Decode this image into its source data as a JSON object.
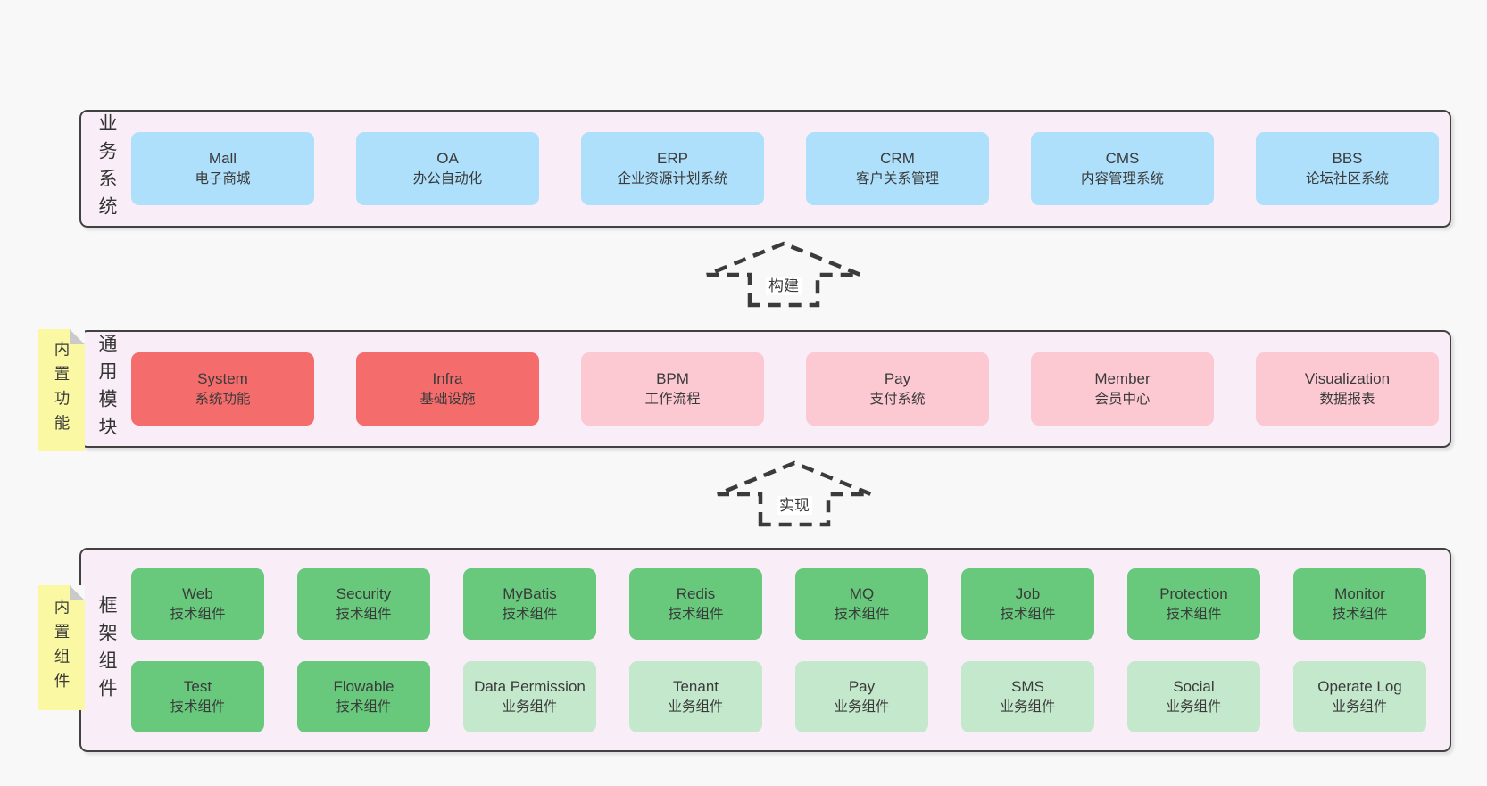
{
  "palette": {
    "page_bg": "#f8f8f8",
    "layer_bg": "#f9eef7",
    "layer_border": "#414141",
    "business_card": "#aee0fb",
    "core_module_card": "#f56c6c",
    "optional_module_card": "#fcc8d2",
    "tech_component_card": "#68c87c",
    "biz_component_card": "#c4e8cc",
    "sticky_note": "#faf8a3",
    "sticky_fold": "#cacaca",
    "text": "#3a3a3a"
  },
  "arrows": [
    {
      "label": "构建"
    },
    {
      "label": "实现"
    }
  ],
  "layers": [
    {
      "label": "业务系统",
      "rows": [
        [
          {
            "en": "Mall",
            "zh": "电子商城"
          },
          {
            "en": "OA",
            "zh": "办公自动化"
          },
          {
            "en": "ERP",
            "zh": "企业资源计划系统"
          },
          {
            "en": "CRM",
            "zh": "客户关系管理"
          },
          {
            "en": "CMS",
            "zh": "内容管理系统"
          },
          {
            "en": "BBS",
            "zh": "论坛社区系统"
          }
        ]
      ]
    },
    {
      "label": "通用模块",
      "sticky": "内置功能",
      "rows": [
        [
          {
            "en": "System",
            "zh": "系统功能"
          },
          {
            "en": "Infra",
            "zh": "基础设施"
          },
          {
            "en": "BPM",
            "zh": "工作流程"
          },
          {
            "en": "Pay",
            "zh": "支付系统"
          },
          {
            "en": "Member",
            "zh": "会员中心"
          },
          {
            "en": "Visualization",
            "zh": "数据报表"
          }
        ]
      ]
    },
    {
      "label": "框架组件",
      "sticky": "内置组件",
      "rows": [
        [
          {
            "en": "Web",
            "zh": "技术组件"
          },
          {
            "en": "Security",
            "zh": "技术组件"
          },
          {
            "en": "MyBatis",
            "zh": "技术组件"
          },
          {
            "en": "Redis",
            "zh": "技术组件"
          },
          {
            "en": "MQ",
            "zh": "技术组件"
          },
          {
            "en": "Job",
            "zh": "技术组件"
          },
          {
            "en": "Protection",
            "zh": "技术组件"
          },
          {
            "en": "Monitor",
            "zh": "技术组件"
          }
        ],
        [
          {
            "en": "Test",
            "zh": "技术组件"
          },
          {
            "en": "Flowable",
            "zh": "技术组件"
          },
          {
            "en": "Data Permission",
            "zh": "业务组件"
          },
          {
            "en": "Tenant",
            "zh": "业务组件"
          },
          {
            "en": "Pay",
            "zh": "业务组件"
          },
          {
            "en": "SMS",
            "zh": "业务组件"
          },
          {
            "en": "Social",
            "zh": "业务组件"
          },
          {
            "en": "Operate Log",
            "zh": "业务组件"
          }
        ]
      ]
    }
  ]
}
